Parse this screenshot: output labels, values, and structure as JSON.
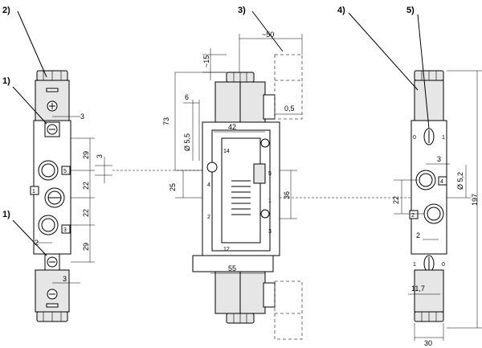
{
  "callouts": [
    "1)",
    "2)",
    "1)",
    "3)",
    "4)",
    "5)"
  ],
  "dimensions": {
    "d3_top_left": "3",
    "d29_upper": "29",
    "d3_mid": "3",
    "d22_left_a": "22",
    "d22_left_b": "22",
    "d29_lower": "29",
    "d2_left": "2",
    "d3_bottom_left": "3",
    "d50": "~50",
    "d15": "~15",
    "d6": "6",
    "d05": "0,5",
    "d73": "73",
    "d55dia": "Ø 5,5",
    "d42": "42",
    "d25": "25",
    "d36": "36",
    "d55": "55",
    "d3_right": "3",
    "d52dia": "Ø 5,2",
    "d22_right": "22",
    "d2_right": "2",
    "d197": "197",
    "d117": "11,7",
    "d30": "30"
  },
  "ports": {
    "p5": "5",
    "p1": "1",
    "p3": "3",
    "p14": "14",
    "p12": "12",
    "p4": "4",
    "p2": "2",
    "p5c": "5",
    "p1c": "1",
    "p3c": "3",
    "p4c": "4",
    "p2c": "2",
    "r4": "4",
    "r2": "2",
    "sw_top_0": "0",
    "sw_top_1": "1",
    "sw_bot_1": "1",
    "sw_bot_0": "0"
  }
}
